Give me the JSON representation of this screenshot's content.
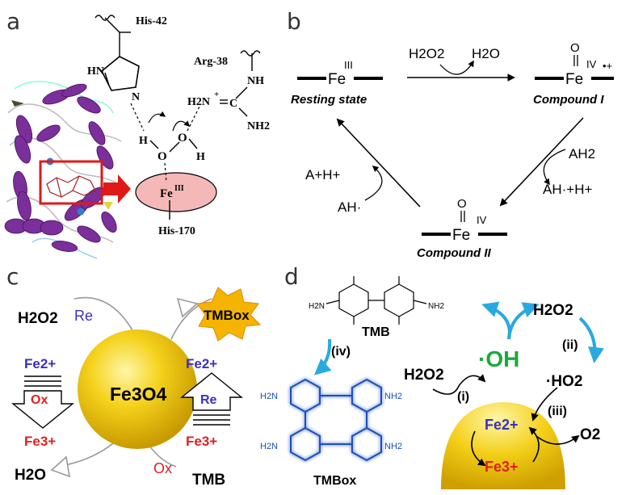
{
  "panels": {
    "a": {
      "letter": "a",
      "his42": "His-42",
      "arg38": "Arg-38",
      "his170": "His-170",
      "hn": "HN",
      "n": "N",
      "nh": "NH",
      "nh2": "NH2",
      "h2nplus": "H2N",
      "plus": "+",
      "c": "C",
      "h": "H",
      "o": "O",
      "fe": "Fe",
      "fe_ox": "III"
    },
    "b": {
      "letter": "b",
      "fe": "Fe",
      "fe3": "III",
      "fe4": "IV",
      "resting": "Resting state",
      "comp1": "Compound I",
      "comp2": "Compound II",
      "h2o2": "H2O2",
      "h2o": "H2O",
      "ah2": "AH2",
      "ahdot": "AH·+H+",
      "ah": "AH·",
      "aplus": "A+H+",
      "o": "O",
      "radical": "•+"
    },
    "c": {
      "letter": "c",
      "h2o2": "H2O2",
      "re": "Re",
      "fe2": "Fe2+",
      "fe3": "Fe3+",
      "ox": "Ox",
      "core": "Fe3O4",
      "tmbox": "TMBox",
      "h2o": "H2O",
      "tmb": "TMB"
    },
    "d": {
      "letter": "d",
      "tmb": "TMB",
      "tmbox": "TMBox",
      "oh": "·OH",
      "h2o2_top": "H2O2",
      "h2o2_left": "H2O2",
      "ho2": "·HO2",
      "o2": "O2",
      "fe2": "Fe2+",
      "fe3": "Fe3+",
      "i": "(i)",
      "ii": "(ii)",
      "iii": "(iii)",
      "iv": "(iv)",
      "nh2": "NH2",
      "h2n": "H2N"
    }
  },
  "colors": {
    "blue_text": "#3a2fc4",
    "red_text": "#e02020",
    "green_oh": "#1aaa3a",
    "cyan_arrow": "#29a9e0",
    "purple_helix": "#7a2f9a",
    "pink_heme": "#f4b8b8",
    "red_box": "#e01818",
    "yellow_ball": "#f2cc18",
    "starburst": "#f4b400"
  }
}
